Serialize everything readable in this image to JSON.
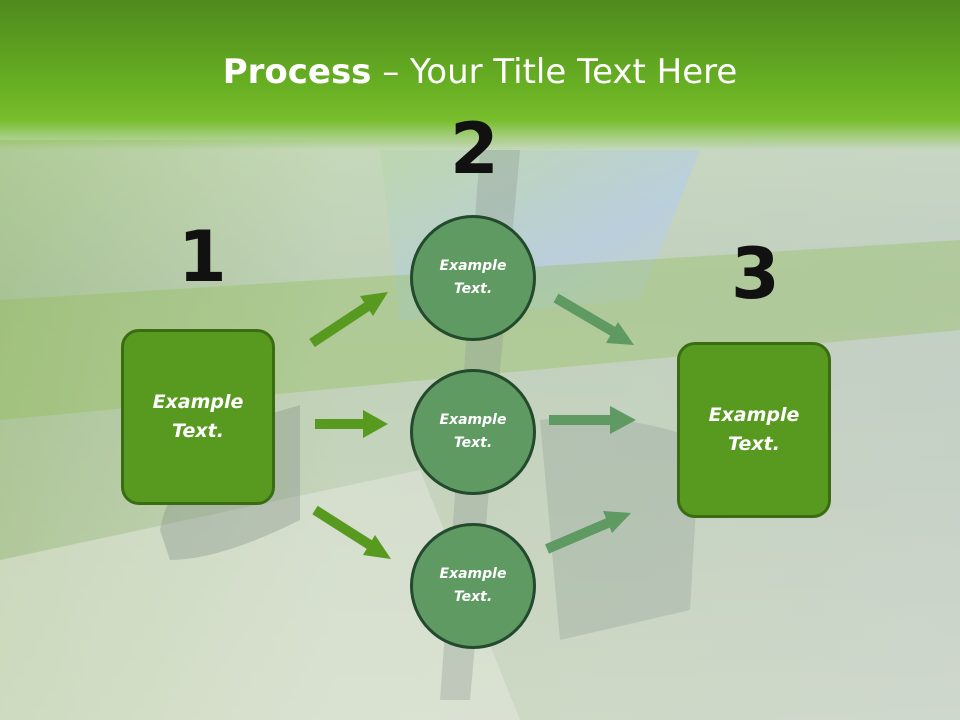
{
  "title": {
    "strong": "Process",
    "rest": " – Your Title Text Here"
  },
  "steps": [
    {
      "number": "1",
      "text_line1": "Example",
      "text_line2": "Text."
    },
    {
      "number": "2"
    },
    {
      "number": "3",
      "text_line1": "Example",
      "text_line2": "Text."
    }
  ],
  "circles": [
    {
      "text_line1": "Example",
      "text_line2": "Text."
    },
    {
      "text_line1": "Example",
      "text_line2": "Text."
    },
    {
      "text_line1": "Example",
      "text_line2": "Text."
    }
  ],
  "colors": {
    "header_green": "#66ae22",
    "box_green": "#589a20",
    "circle_green": "#5f9a63",
    "arrow_left": "#589a20",
    "arrow_right": "#5f9a63"
  }
}
